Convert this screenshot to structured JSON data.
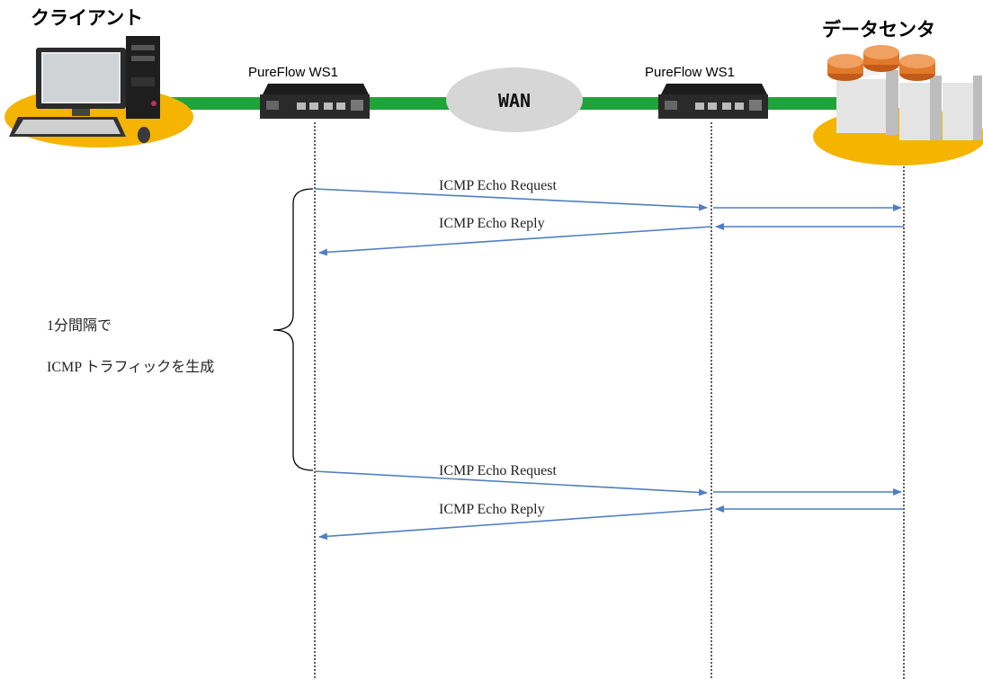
{
  "client_label": "クライアント",
  "datacenter_label": "データセンタ",
  "device_left_label": "PureFlow WS1",
  "device_right_label": "PureFlow WS1",
  "wan_label": "WAN",
  "messages": [
    {
      "label": "ICMP Echo Request"
    },
    {
      "label": "ICMP Echo Reply"
    },
    {
      "label": "ICMP Echo Request"
    },
    {
      "label": "ICMP Echo Reply"
    }
  ],
  "interval_note": {
    "line1": "1分間隔で",
    "line2": "ICMP トラフィックを生成"
  },
  "colors": {
    "link": "#1fa33a",
    "arrow": "#4f7fbf",
    "ellipse": "#f4b400",
    "cloud": "#d6d6d6",
    "disk": "#e07a2a"
  }
}
